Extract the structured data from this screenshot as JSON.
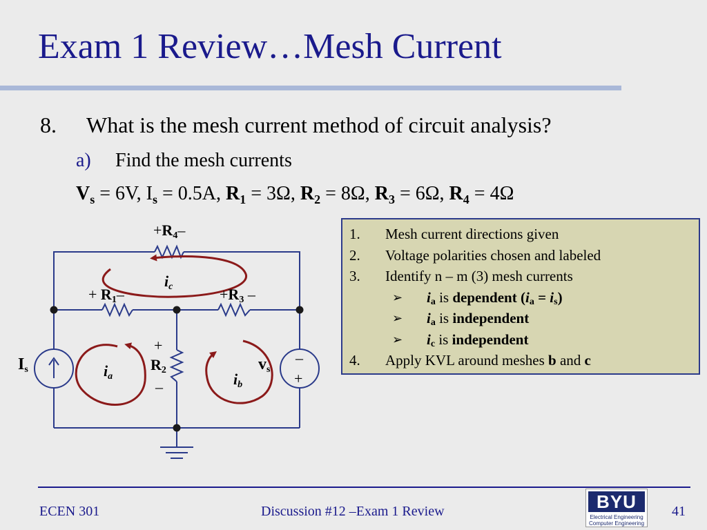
{
  "slide": {
    "title": "Exam 1 Review…Mesh Current",
    "question_number": "8.",
    "question": "What is the mesh current method of circuit analysis?",
    "sub_letter": "a)",
    "sub_text": "Find the mesh currents"
  },
  "given_values": {
    "Vs_sym": "V",
    "Vs_sub": "s",
    "Vs_val": " = 6V, ",
    "Is_sym": "I",
    "Is_sub": "s",
    "Is_val": " = 0.5A, ",
    "R1_sym": "R",
    "R1_sub": "1",
    "R1_val": " = 3Ω, ",
    "R2_sym": "R",
    "R2_sub": "2",
    "R2_val": " = 8Ω, ",
    "R3_sym": "R",
    "R3_sub": "3",
    "R3_val": " = 6Ω, ",
    "R4_sym": "R",
    "R4_sub": "4",
    "R4_val": " = 4Ω"
  },
  "notes": {
    "n1": "1.",
    "t1": "Mesh current directions given",
    "n2": "2.",
    "t2": "Voltage polarities chosen and labeled",
    "n3": "3.",
    "t3": "Identify n – m (3) mesh currents",
    "b1_i": "i",
    "b1_sub": "a",
    "b1_is": " is ",
    "b1_bold": "dependent (",
    "b1_i2": "i",
    "b1_sub2": "a",
    "b1_eq": " = ",
    "b1_i3": "i",
    "b1_sub3": "s",
    "b1_close": ")",
    "b2_i": "i",
    "b2_sub": "a",
    "b2_is": " is ",
    "b2_bold": "independent",
    "b3_i": "i",
    "b3_sub": "c",
    "b3_is": " is ",
    "b3_bold": "independent",
    "n4": "4.",
    "t4_pre": "Apply KVL around meshes ",
    "t4_b": "b",
    "t4_and": " and ",
    "t4_c": "c",
    "bullet_glyph": "➢"
  },
  "circuit": {
    "r4_plus": "+",
    "r4_sym": "R",
    "r4_sub": "4",
    "r4_minus": "–",
    "r1_plus": "+ ",
    "r1_sym": "R",
    "r1_sub": "1",
    "r1_minus": "–",
    "r3_plus": "+",
    "r3_sym": "R",
    "r3_sub": "3",
    "r3_minus": " –",
    "r2_plus": "+",
    "r2_sym": "R",
    "r2_sub": "2",
    "r2_minus": "–",
    "is_sym": "I",
    "is_sub": "s",
    "vs_sym": "v",
    "vs_sub": "s",
    "vs_minus": "–",
    "vs_plus": "+",
    "ia_sym": "i",
    "ia_sub": "a",
    "ib_sym": "i",
    "ib_sub": "b",
    "ic_sym": "i",
    "ic_sub": "c",
    "wire_color": "#2a3a8a",
    "mesh_arrow_color": "#8b1a1a"
  },
  "footer": {
    "course": "ECEN 301",
    "center": "Discussion #12 –Exam 1 Review",
    "page": "41",
    "logo_text": "BYU",
    "logo_line1": "Electrical Engineering",
    "logo_line2": "Computer Engineering"
  },
  "colors": {
    "title": "#1a1a8c",
    "background": "#ebebeb",
    "notes_box": "#d7d6b2"
  }
}
